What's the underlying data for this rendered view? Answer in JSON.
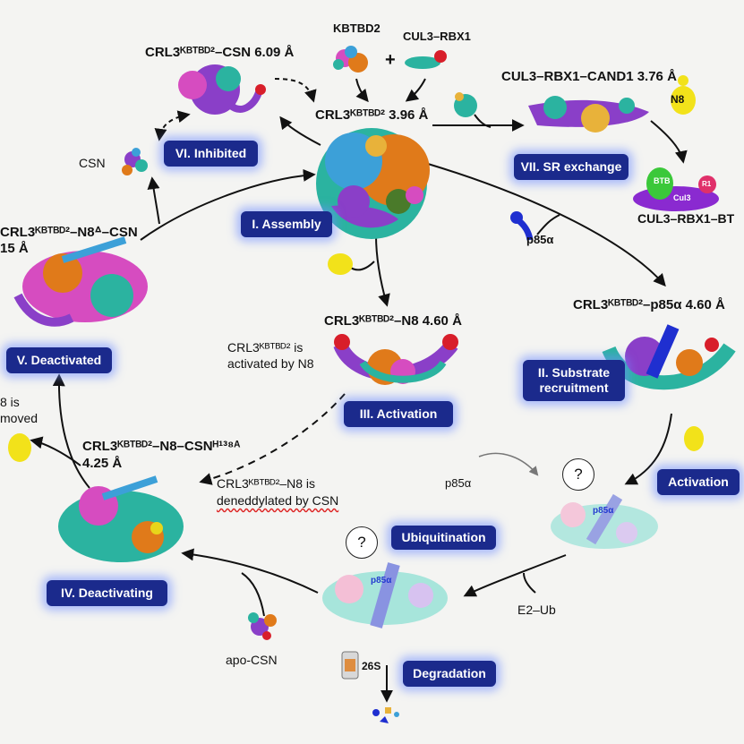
{
  "structures": {
    "assembly": "CRL3ᴷᴮᵀᴮᴰ² 3.96 Å",
    "inhibited": "CRL3ᴷᴮᵀᴮᴰ²–CSN 6.09 Å",
    "cand1": "CUL3–RBX1–CAND1 3.76 Å",
    "activated": "CRL3ᴷᴮᵀᴮᴰ²–N8 4.60 Å",
    "substrate": "CRL3ᴷᴮᵀᴮᴰ²–p85α 4.60 Å",
    "deactivated_l1": "CRL3ᴷᴮᵀᴮᴰ²–N8ᐞ–CSN",
    "deactivated_l2": "15 Å",
    "deactivating_l1": "CRL3ᴷᴮᵀᴮᴰ²–N8–CSNᴴ¹³⁸ᴬ",
    "deactivating_l2": "4.25 Å"
  },
  "components": {
    "kbtbd2": "KBTBD2",
    "cul3_rbx1": "CUL3–RBX1",
    "plus": "+",
    "n8": "N8",
    "csn": "CSN",
    "p85a": "p85α",
    "p85a_mid": "p85α",
    "e2ub": "E2–Ub",
    "apo_csn": "apo-CSN",
    "proteasome": "26S",
    "cul3_rbx1_btb": "CUL3–RBX1–BT",
    "btb_tag": "BTB",
    "cul3_tag": "Cul3",
    "rbx_tag": "R1",
    "p85_tag": "p85α"
  },
  "notes": {
    "activated_l1": "CRL3ᴷᴮᵀᴮᴰ² is",
    "activated_l2": "activated by N8",
    "deneddylated_l1": "CRL3ᴷᴮᵀᴮᴰ²–N8 is",
    "deneddylated_l2": "deneddylated by CSN",
    "removed_l1": "8 is",
    "removed_l2": "moved",
    "question": "?"
  },
  "steps": {
    "assembly": "I. Assembly",
    "substrate_l1": "II. Substrate",
    "substrate_l2": "recruitment",
    "activation_iii": "III. Activation",
    "deactivating": "IV. Deactivating",
    "deactivated": "V. Deactivated",
    "inhibited": "VI. Inhibited",
    "sr_exchange": "VII. SR exchange",
    "activation": "Activation",
    "ubiquitination": "Ubiquitination",
    "degradation": "Degradation"
  },
  "colors": {
    "pill": "#1b2a8c",
    "glow": "#6e8cff",
    "arrow": "#111111",
    "gray_arrow": "#777777",
    "nedd8": "#f2e21a",
    "p85": "#1f2fd0",
    "cul3": "#2bb3a0",
    "kbtbd2": "#e07a1a",
    "rbx1": "#d81e2a",
    "csn": "#8a3fc8"
  }
}
